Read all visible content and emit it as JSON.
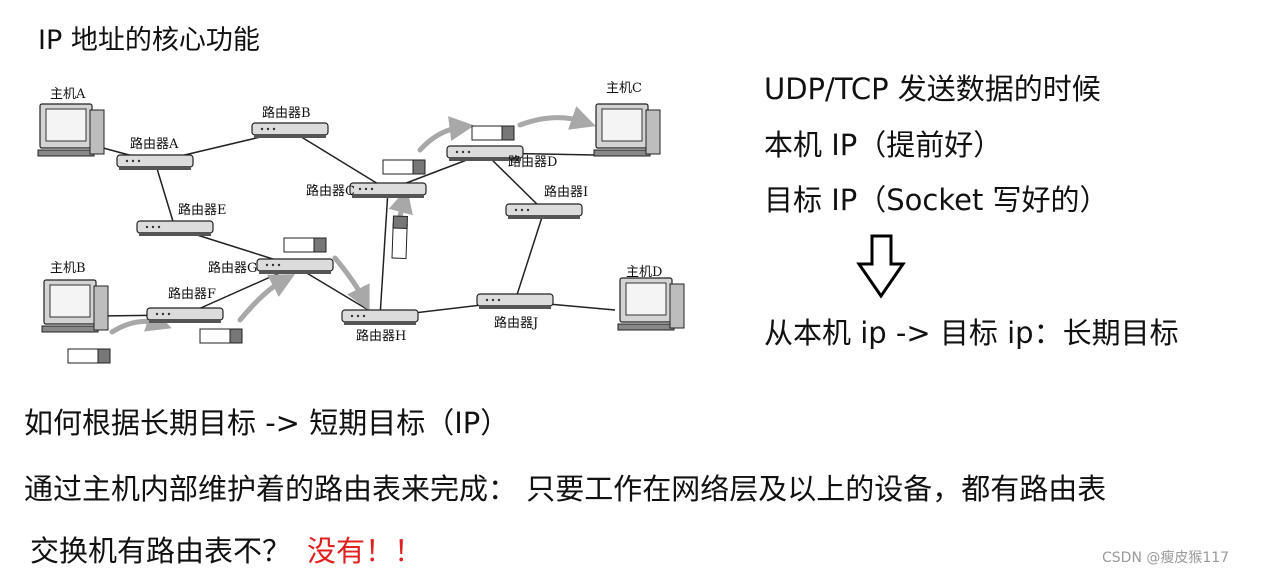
{
  "title": "IP 地址的核心功能",
  "diagram": {
    "hosts": [
      {
        "id": "hA",
        "label": "主机A"
      },
      {
        "id": "hB",
        "label": "主机B"
      },
      {
        "id": "hC",
        "label": "主机C"
      },
      {
        "id": "hD",
        "label": "主机D"
      }
    ],
    "routers": [
      {
        "id": "rA",
        "label": "路由器A"
      },
      {
        "id": "rB",
        "label": "路由器B"
      },
      {
        "id": "rC",
        "label": "路由器C"
      },
      {
        "id": "rD",
        "label": "路由器D"
      },
      {
        "id": "rE",
        "label": "路由器E"
      },
      {
        "id": "rF",
        "label": "路由器F"
      },
      {
        "id": "rG",
        "label": "路由器G"
      },
      {
        "id": "rH",
        "label": "路由器H"
      },
      {
        "id": "rI",
        "label": "路由器I"
      },
      {
        "id": "rJ",
        "label": "路由器J"
      }
    ]
  },
  "right": {
    "line1": "UDP/TCP 发送数据的时候",
    "line2": "本机 IP（提前好）",
    "line3": "目标 IP（Socket 写好的）",
    "line4": "从本机 ip -> 目标 ip：长期目标"
  },
  "bottom": {
    "line1": "如何根据长期目标 -> 短期目标（IP）",
    "line2": "通过主机内部维护着的路由表来完成：  只要工作在网络层及以上的设备，都有路由表",
    "line3_prefix": "交换机有路由表不？",
    "line3_answer": "没有！！"
  },
  "watermark": "CSDN @瘦皮猴117",
  "colors": {
    "answer": "#e02020"
  }
}
